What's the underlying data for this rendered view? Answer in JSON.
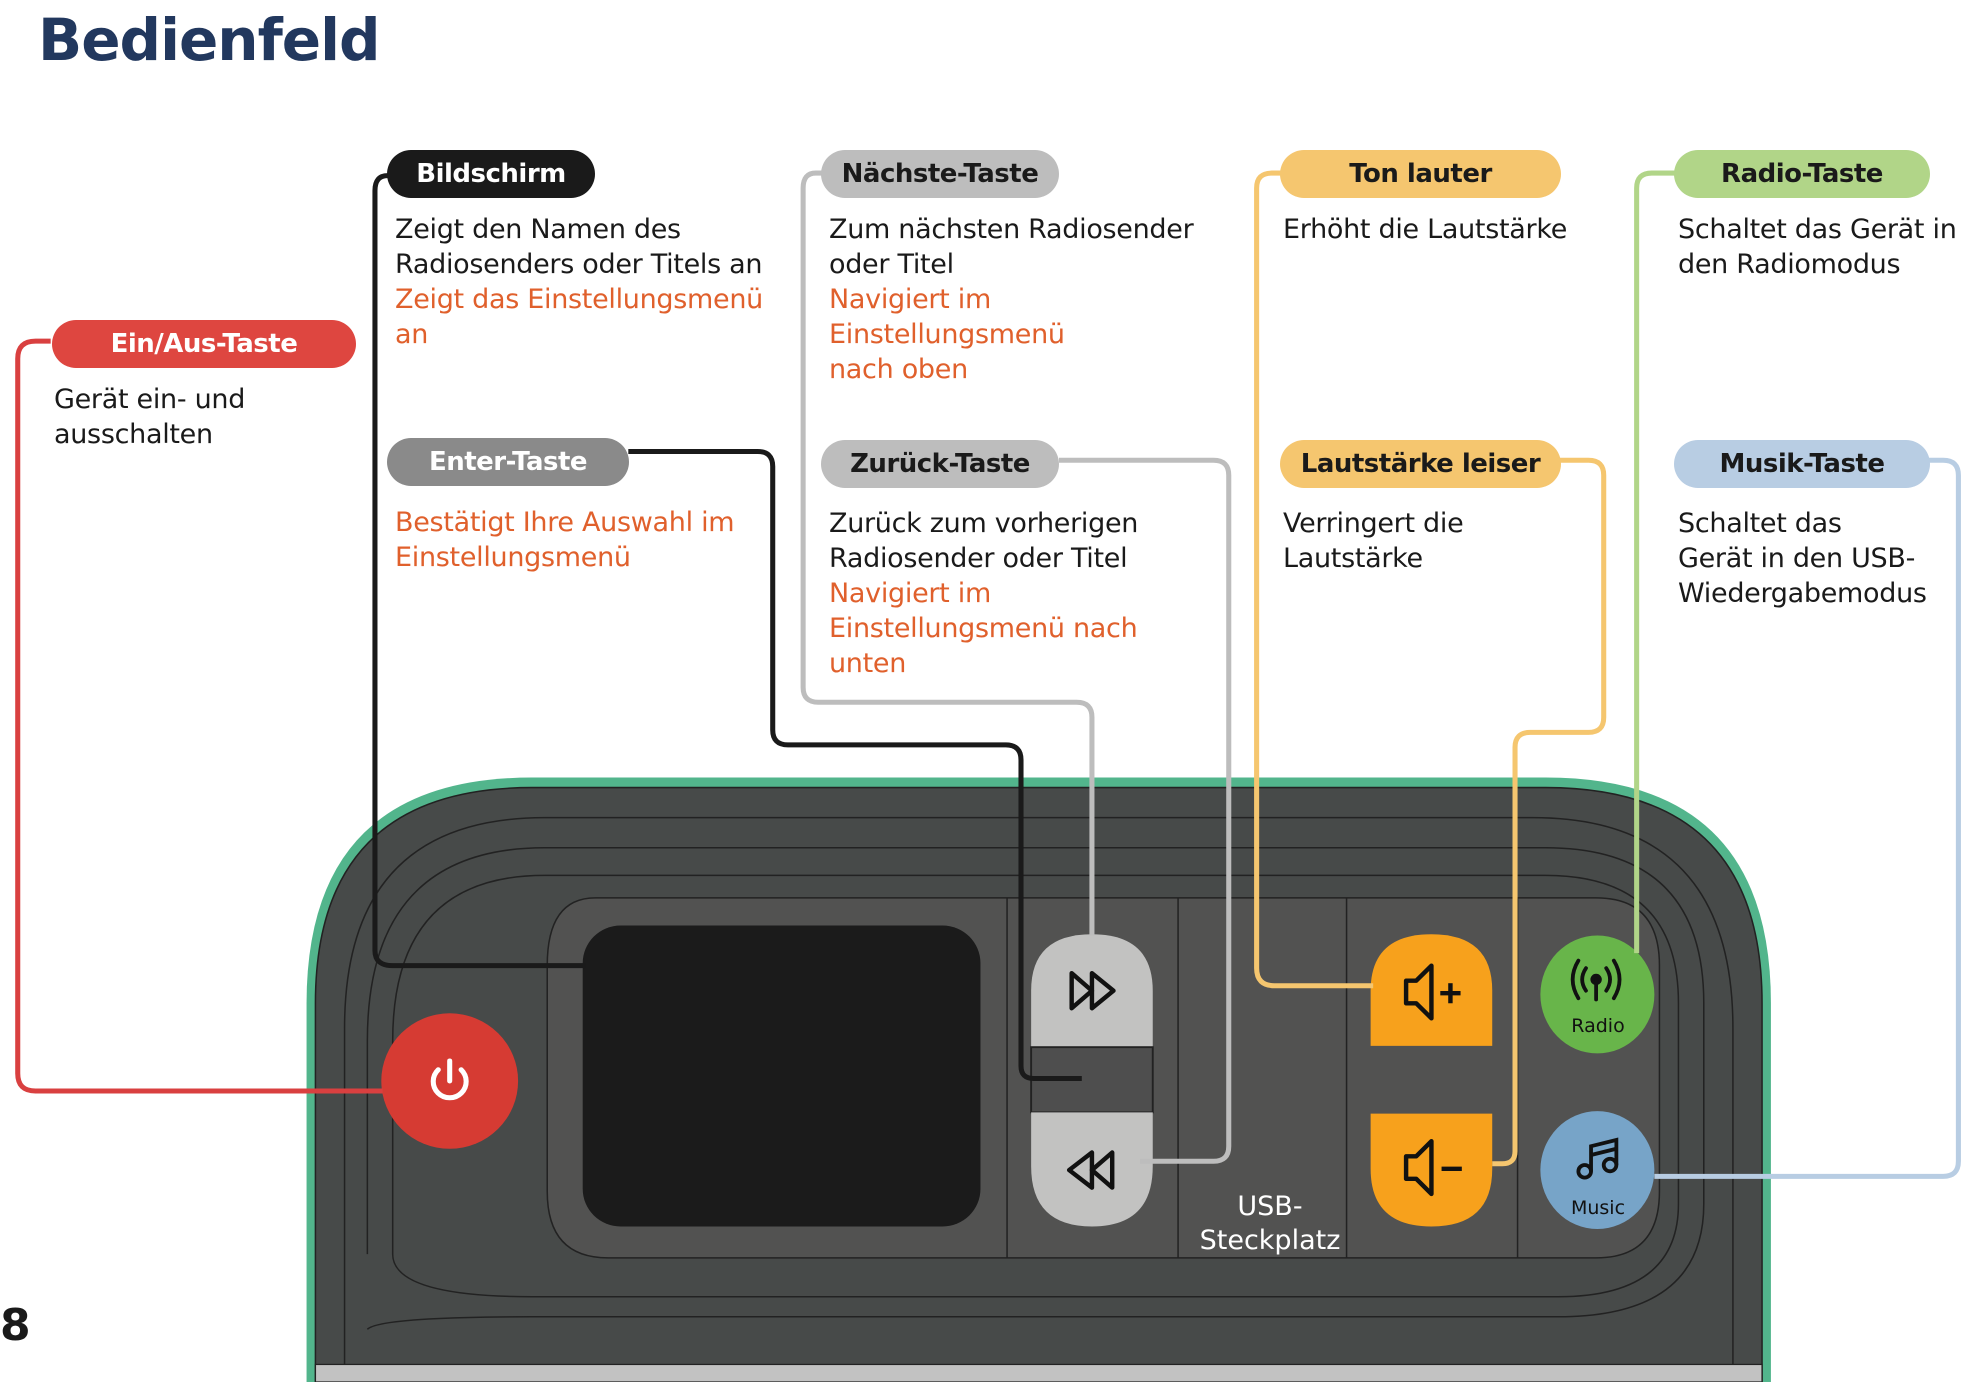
{
  "page": {
    "title": "Bedienfeld",
    "page_number": "8"
  },
  "colors": {
    "title": "#22385e",
    "orange_text": "#e0602c",
    "power": "#d63b33",
    "screen_pill": "#1a1a1a",
    "enter_pill": "#8a8a8a",
    "nav_pill": "#bdbdbd",
    "volume_pill": "#f5c66f",
    "radio_pill": "#b1d588",
    "music_pill": "#b8cde3",
    "device_border": "#52b58c",
    "device_body": "#474a49",
    "volume_button": "#f7a11c",
    "radio_button": "#68b54a",
    "music_button": "#77a4c8"
  },
  "callouts": [
    {
      "id": "power",
      "label": "Ein/Aus-Taste",
      "lines": [
        "Gerät ein- und",
        "ausschalten"
      ],
      "orange": []
    },
    {
      "id": "screen",
      "label": "Bildschirm",
      "lines": [
        "Zeigt den Namen des",
        "Radiosenders oder Titels an"
      ],
      "orange": [
        "Zeigt das Einstellungsmenü",
        "an"
      ]
    },
    {
      "id": "enter",
      "label": "Enter-Taste",
      "lines": [],
      "orange": [
        "Bestätigt Ihre Auswahl im",
        "Einstellungsmenü"
      ]
    },
    {
      "id": "next",
      "label": "Nächste-Taste",
      "lines": [
        "Zum nächsten Radiosender",
        "oder Titel"
      ],
      "orange": [
        "Navigiert im Einstellungsmenü",
        "nach oben"
      ]
    },
    {
      "id": "back",
      "label": "Zurück-Taste",
      "lines": [
        "Zurück zum vorherigen",
        "Radiosender oder Titel"
      ],
      "orange": [
        "Navigiert im",
        "Einstellungsmenü nach",
        "unten"
      ]
    },
    {
      "id": "volup",
      "label": "Ton lauter",
      "lines": [
        "Erhöht die Lautstärke"
      ],
      "orange": []
    },
    {
      "id": "voldown",
      "label": "Lautstärke leiser",
      "lines": [
        "Verringert die",
        "Lautstärke"
      ],
      "orange": []
    },
    {
      "id": "radio",
      "label": "Radio-Taste",
      "lines": [
        "Schaltet das Gerät in",
        "den Radiomodus"
      ],
      "orange": []
    },
    {
      "id": "music",
      "label": "Musik-Taste",
      "lines": [
        "Schaltet das",
        "Gerät in den USB-",
        "Wiedergabemodus"
      ],
      "orange": []
    }
  ],
  "device": {
    "usb_label_1": "USB-",
    "usb_label_2": "Steckplatz",
    "radio_button_label": "Radio",
    "music_button_label": "Music",
    "icons": {
      "power": "power-icon",
      "next": "fast-forward-icon",
      "back": "rewind-icon",
      "volup": "volume-up-icon",
      "voldown": "volume-down-icon",
      "radio": "antenna-icon",
      "music": "music-note-icon"
    }
  }
}
